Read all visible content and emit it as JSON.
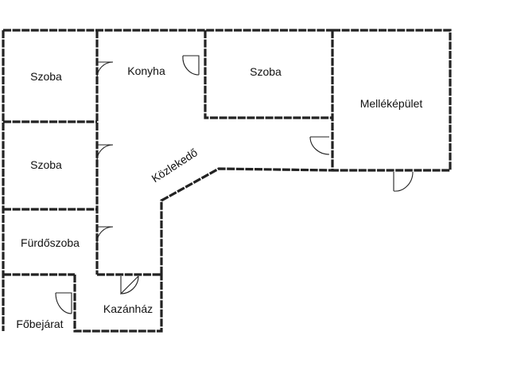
{
  "rooms": {
    "szoba_1": "Szoba",
    "konyha": "Konyha",
    "szoba_2": "Szoba",
    "mellekepulet": "Melléképület",
    "szoba_3": "Szoba",
    "kozlekedo": "Közlekedő",
    "furdoszoba": "Fürdőszoba",
    "kazanhaz": "Kazánház",
    "fobejarat": "Főbejárat"
  }
}
